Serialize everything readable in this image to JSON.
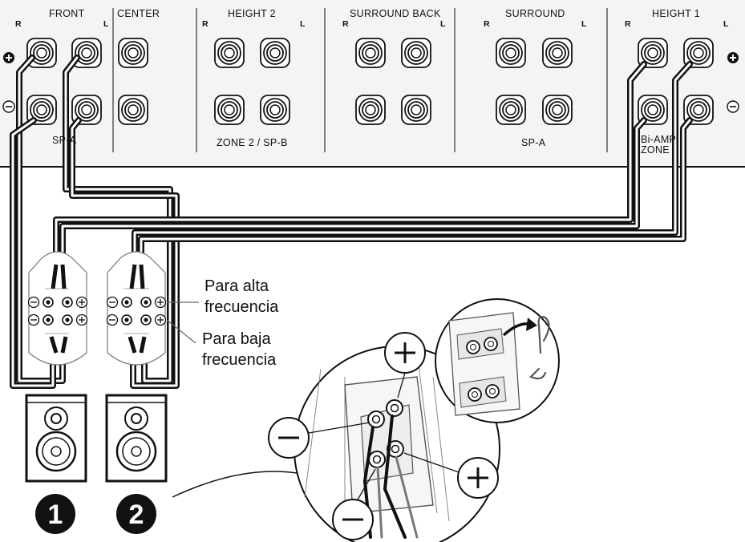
{
  "panel": {
    "sections": {
      "front": "FRONT",
      "center": "CENTER",
      "height2": "HEIGHT 2",
      "surround_back": "SURROUND BACK",
      "surround": "SURROUND",
      "height1": "HEIGHT 1"
    },
    "channel_r": "R",
    "channel_l": "L",
    "sub_labels": {
      "sp_a_front": "SP-A",
      "zone2_spb": "ZONE 2 / SP-B",
      "sp_a_surround": "SP-A",
      "biamp": "Bi-AMP",
      "zone": "ZONE"
    }
  },
  "callouts": {
    "high_freq_line1": "Para alta",
    "high_freq_line2": "frecuencia",
    "low_freq_line1": "Para baja",
    "low_freq_line2": "frecuencia"
  },
  "speakers": [
    {
      "number": "1"
    },
    {
      "number": "2"
    }
  ],
  "colors": {
    "ink": "#111111",
    "panel_fill": "#f2f2f2",
    "callout_line": "#666666"
  }
}
